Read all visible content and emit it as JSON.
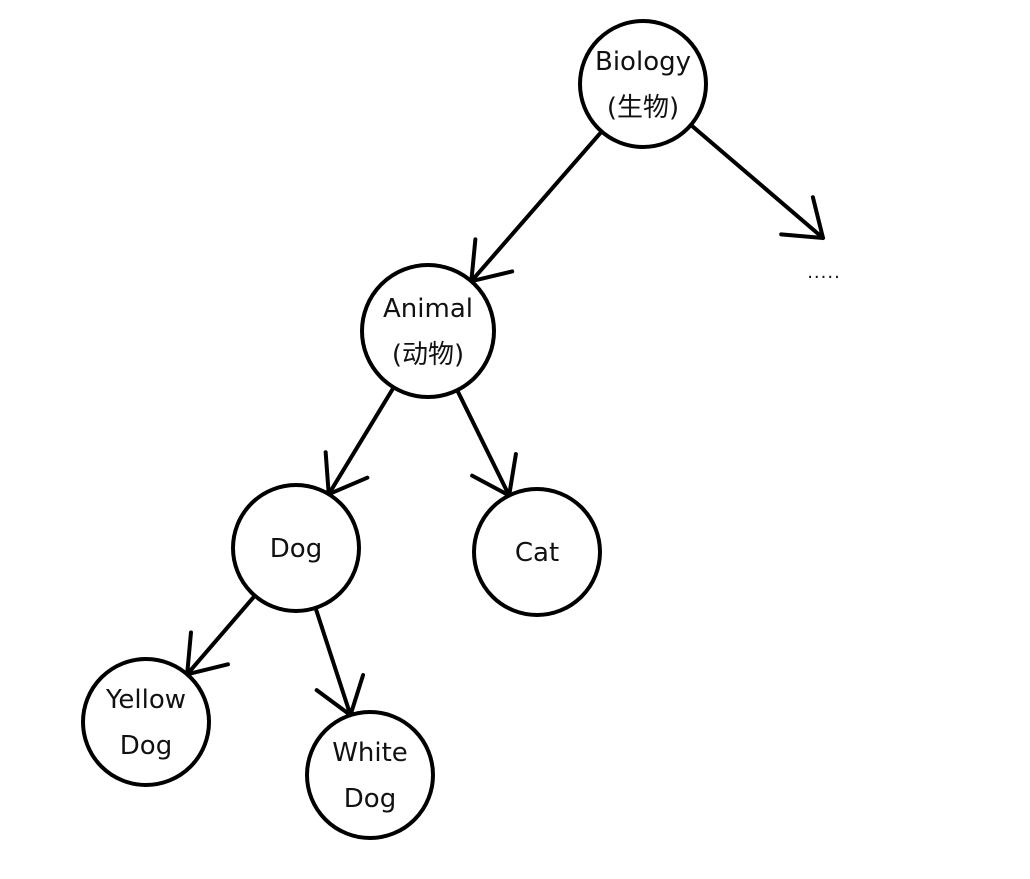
{
  "nodes": [
    {
      "id": "biology",
      "lines": [
        "Biology",
        "(生物)"
      ]
    },
    {
      "id": "animal",
      "lines": [
        "Animal",
        "(动物)"
      ]
    },
    {
      "id": "dog",
      "lines": [
        "Dog"
      ]
    },
    {
      "id": "cat",
      "lines": [
        "Cat"
      ]
    },
    {
      "id": "yellow-dog",
      "lines": [
        "Yellow",
        "Dog"
      ]
    },
    {
      "id": "white-dog",
      "lines": [
        "White",
        "Dog"
      ]
    }
  ],
  "edges": [
    {
      "from": "biology",
      "to": "animal"
    },
    {
      "from": "biology",
      "to": "more"
    },
    {
      "from": "animal",
      "to": "dog"
    },
    {
      "from": "animal",
      "to": "cat"
    },
    {
      "from": "dog",
      "to": "yellow-dog"
    },
    {
      "from": "dog",
      "to": "white-dog"
    }
  ],
  "more_label": "·····"
}
